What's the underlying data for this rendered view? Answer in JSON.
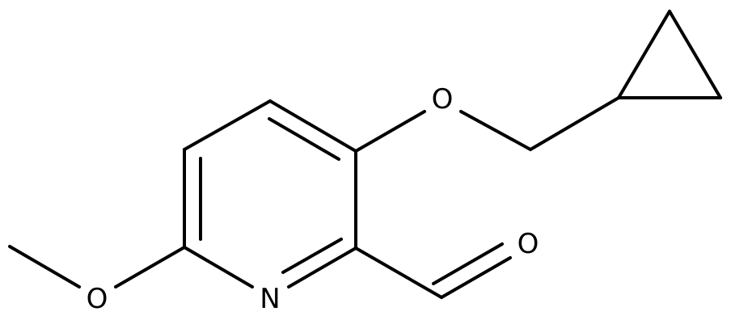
{
  "structure": {
    "atoms": [
      {
        "id": "ring_n",
        "symbol": "N"
      },
      {
        "id": "aldehyde_o",
        "symbol": "O"
      },
      {
        "id": "ether_o",
        "symbol": "O"
      },
      {
        "id": "methoxy_o",
        "symbol": "O"
      }
    ]
  },
  "colors": {
    "bond": "#000000",
    "label": "#000000",
    "background": "#ffffff"
  }
}
